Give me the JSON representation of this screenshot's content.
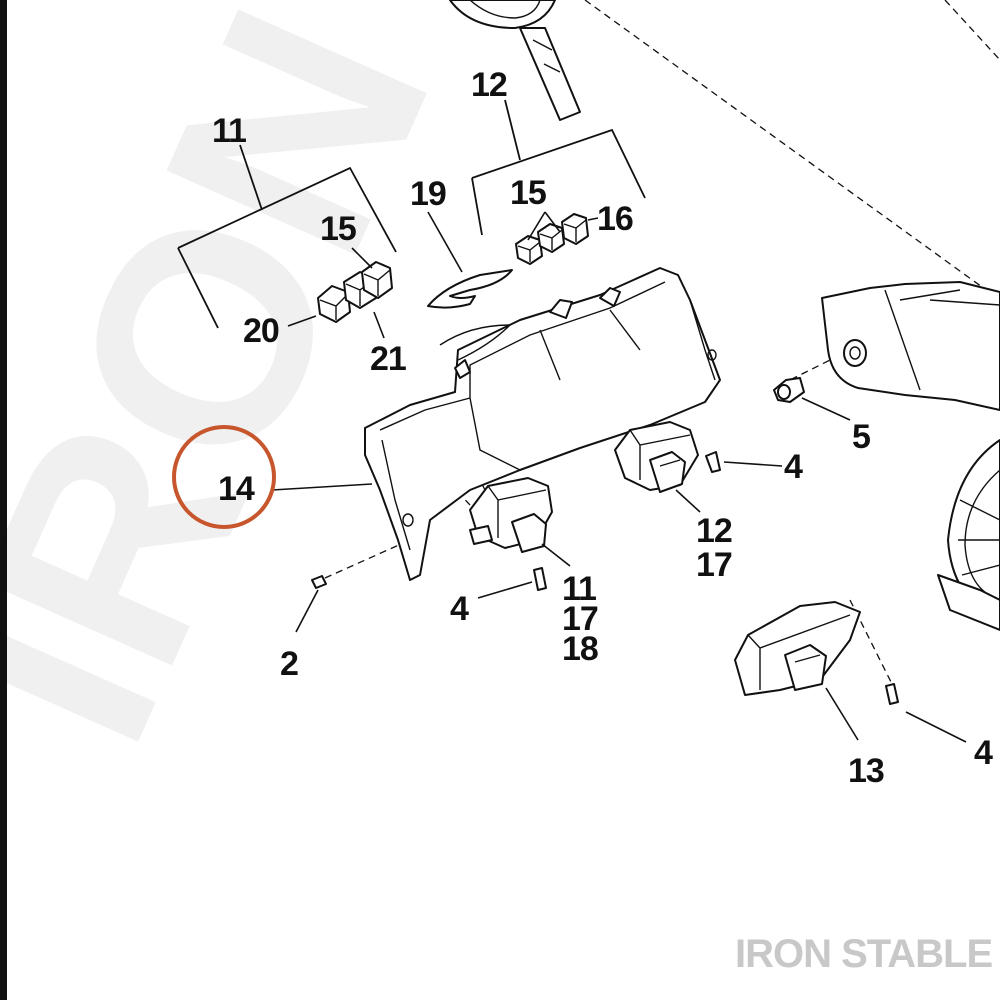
{
  "watermark": {
    "text": "IRON STABLE"
  },
  "brand": {
    "text": "IRON STABLE",
    "color": "#c8c8c8"
  },
  "highlight": {
    "label": "14",
    "color": "#c8562c"
  },
  "callouts": {
    "c11_top": "11",
    "c12_top": "12",
    "c15_left": "15",
    "c15_right": "15",
    "c16": "16",
    "c19": "19",
    "c20": "20",
    "c21": "21",
    "c14": "14",
    "c5": "5",
    "c4_a": "4",
    "c12_mid": "12",
    "c17_a": "17",
    "c11_mid": "11",
    "c17_b": "17",
    "c18": "18",
    "c4_b": "4",
    "c2": "2",
    "c13": "13",
    "c4_c": "4"
  }
}
